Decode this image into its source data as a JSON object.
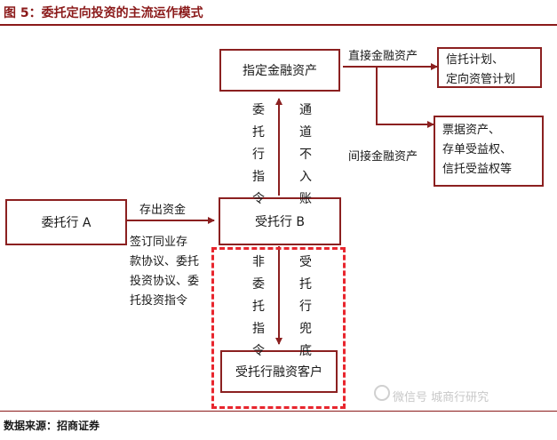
{
  "title": "图 5：委托定向投资的主流运作模式",
  "source": "数据来源：招商证券",
  "watermark": "微信号 城商行研究",
  "nodes": {
    "designated_assets": "指定金融资产",
    "trust_plan": [
      "信托计划、",
      "定向资管计划"
    ],
    "bill_assets": [
      "票据资产、",
      "存单受益权、",
      "信托受益权等"
    ],
    "entrusting_bank": "委托行 A",
    "trustee_bank": "受托行 B",
    "trustee_client": "受托行融资客户"
  },
  "edges": {
    "direct": "直接金融资产",
    "indirect": "间接金融资产",
    "deposit": "存出资金",
    "agreements": [
      "签订同业存",
      "款协议、委托",
      "投资协议、委",
      "托投资指令"
    ],
    "instruction": "委托行指令",
    "channel": "通道不入账",
    "non_instruction": "非委托指令",
    "guarantee": "受托行兜底"
  },
  "colors": {
    "title": "#8b1a1a",
    "box_border": "#8b2020",
    "dashed_border": "#e8262e"
  }
}
